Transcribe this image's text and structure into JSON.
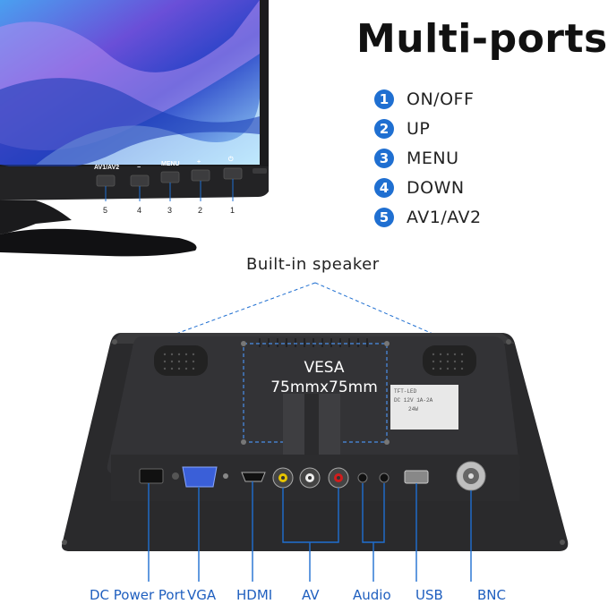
{
  "headline": "Multi-ports",
  "buttons_legend": [
    {
      "num": "1",
      "label": "ON/OFF"
    },
    {
      "num": "2",
      "label": "UP"
    },
    {
      "num": "3",
      "label": "MENU"
    },
    {
      "num": "4",
      "label": "DOWN"
    },
    {
      "num": "5",
      "label": "AV1/AV2"
    }
  ],
  "monitor_buttons": {
    "labels": [
      "AV1/AV2",
      "−",
      "MENU",
      "+",
      "⏻"
    ],
    "numbers": [
      "5",
      "4",
      "3",
      "2",
      "1"
    ]
  },
  "speaker_label": "Built-in speaker",
  "vesa": {
    "line1": "VESA",
    "line2": "75mmx75mm"
  },
  "sticker": {
    "line1": "TFT-LED",
    "line2": "DC 12V 1A-2A",
    "line3": "24W"
  },
  "ports": [
    {
      "label": "DC Power Port"
    },
    {
      "label": "VGA"
    },
    {
      "label": "HDMI"
    },
    {
      "label": "AV"
    },
    {
      "label": "Audio"
    },
    {
      "label": "USB"
    },
    {
      "label": "BNC"
    }
  ],
  "colors": {
    "accent": "#1f6fd1",
    "port_text": "#1f5fbf",
    "body": "#2a2a2c"
  }
}
